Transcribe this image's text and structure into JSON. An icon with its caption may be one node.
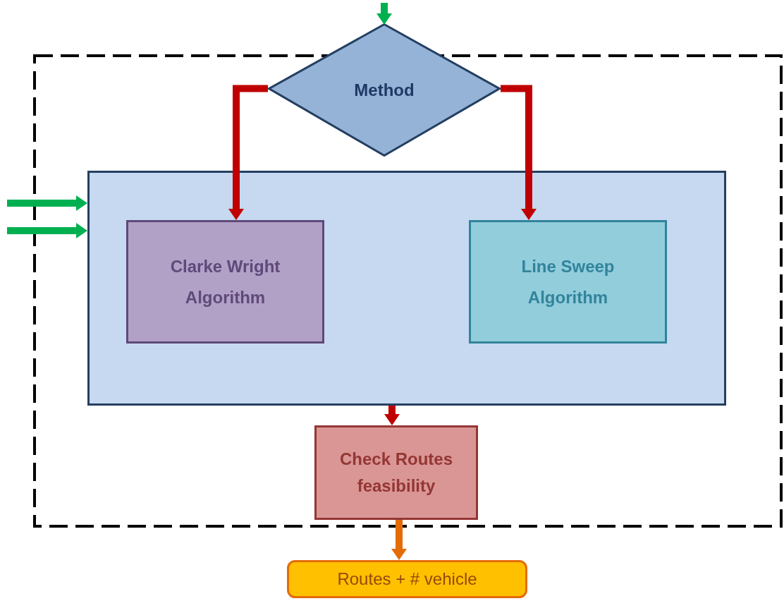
{
  "diagram": {
    "nodes": [
      {
        "text": [],
        "shape": "box"
      },
      {
        "text": [
          "Method"
        ]
      },
      {
        "text": [],
        "shape": "box",
        "in": 0
      },
      {
        "text": [
          "Clarke Wright Algorithm"
        ],
        "in": 2
      },
      {
        "text": [
          "Line Sweep Algorithm"
        ],
        "in": 2
      },
      {
        "text": [
          "Check Routes feasibility"
        ],
        "in": 0
      },
      {
        "text": [
          "Routes + # vehicle"
        ]
      }
    ],
    "edges": [
      {
        "from": null,
        "to": 1,
        "arrow": "to",
        "color": "#00b050"
      },
      {
        "from": 1,
        "to": 3,
        "arrow": "to",
        "color": "#c00000"
      },
      {
        "from": 1,
        "to": 4,
        "arrow": "to",
        "color": "#c00000"
      },
      {
        "from": null,
        "to": 2,
        "arrow": "to",
        "color": "#00b050"
      },
      {
        "from": null,
        "to": 2,
        "arrow": "to",
        "color": "#00b050"
      },
      {
        "from": 2,
        "to": 5,
        "arrow": "to",
        "color": "#c00000"
      },
      {
        "from": 5,
        "to": 6,
        "arrow": "to",
        "color": "#e36c09"
      }
    ]
  }
}
